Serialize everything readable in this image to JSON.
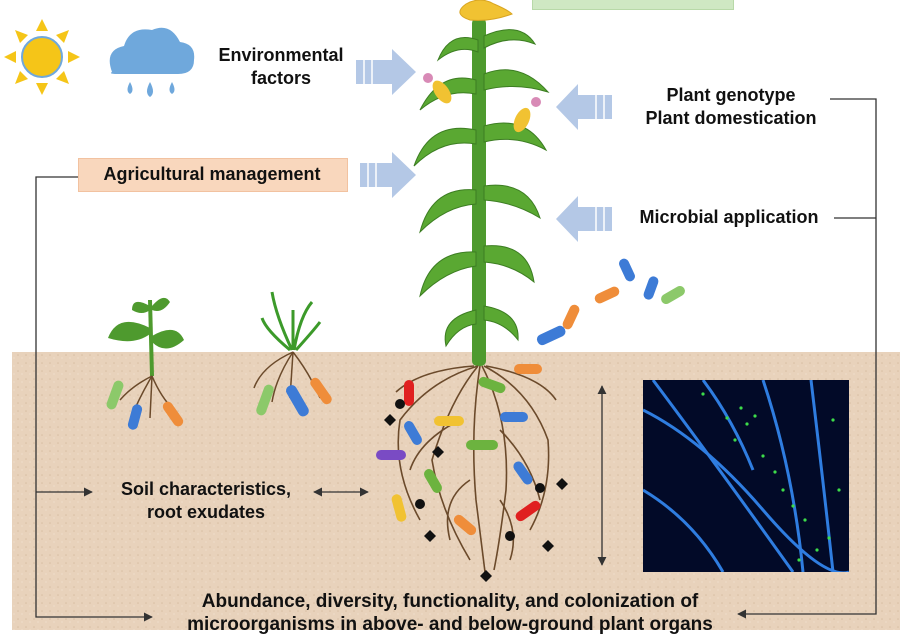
{
  "labels": {
    "environmental": [
      "Environmental",
      "factors"
    ],
    "genotype": [
      "Plant genotype",
      "Plant domestication"
    ],
    "agricultural": "Agricultural management",
    "microbial_application": "Microbial application",
    "soil": [
      "Soil characteristics,",
      "root exudates"
    ],
    "bottom": [
      "Abundance, diversity, functionality, and colonization of",
      "microorganisms in above- and below-ground plant organs"
    ]
  },
  "colors": {
    "soil": "#e8d2bb",
    "agricultural_box": "#f9d7bd",
    "top_box": "#cfe8c3",
    "arrow_fill": "#b4c8e6",
    "sun": "#f5c518",
    "cloud": "#6fa8dc",
    "stem": "#4e9a2e",
    "root": "#6b4a2b",
    "micrograph_bg": "#020a28"
  },
  "icons": [
    "sun-icon",
    "rain-cloud-icon",
    "seedling-icon",
    "grass-icon",
    "maize-plant-icon",
    "confocal-micrograph-icon"
  ]
}
